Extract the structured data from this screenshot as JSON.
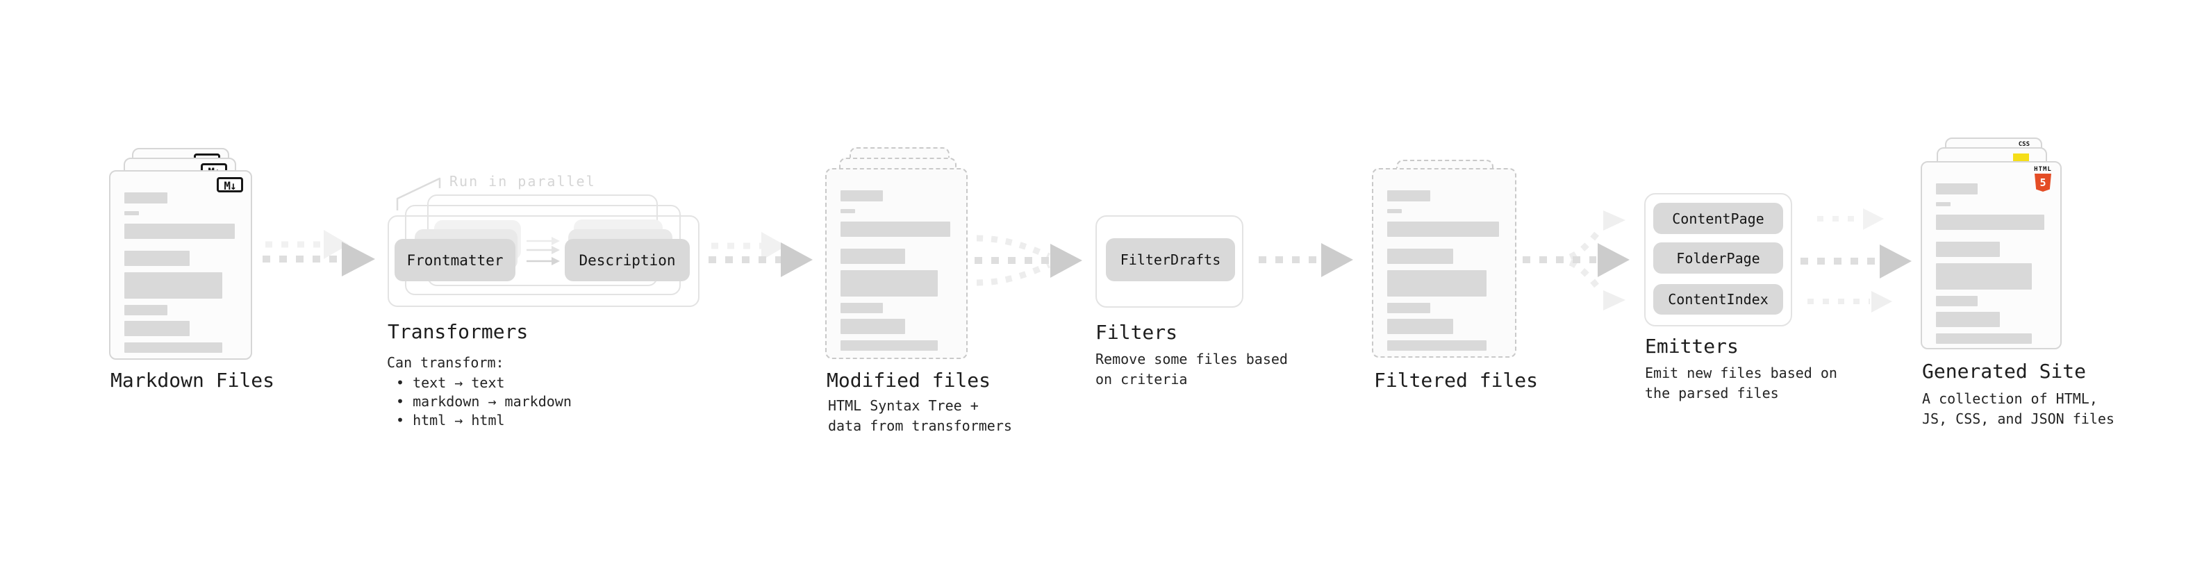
{
  "stages": {
    "markdown_files": {
      "label": "Markdown Files"
    },
    "transformers": {
      "label": "Transformers",
      "annotation": "Run in parallel",
      "boxes": [
        "Frontmatter",
        "Description"
      ],
      "desc_heading": "Can transform:",
      "bullets": [
        "text → text",
        "markdown → markdown",
        "html → html"
      ]
    },
    "modified_files": {
      "label": "Modified files",
      "desc": [
        "HTML Syntax Tree +",
        "data from transformers"
      ]
    },
    "filters": {
      "label": "Filters",
      "boxes": [
        "FilterDrafts"
      ],
      "desc": [
        "Remove some files based",
        "on criteria"
      ]
    },
    "filtered_files": {
      "label": "Filtered files"
    },
    "emitters": {
      "label": "Emitters",
      "boxes": [
        "ContentPage",
        "FolderPage",
        "ContentIndex"
      ],
      "desc": [
        "Emit new files based on",
        "the parsed files"
      ]
    },
    "generated_site": {
      "label": "Generated Site",
      "desc": [
        "A collection of HTML,",
        "JS, CSS, and JSON files"
      ]
    }
  },
  "icons": {
    "markdown": {
      "text": "M↓"
    },
    "css": {
      "text": "CSS",
      "color": "#2862e9"
    },
    "js": {
      "color": "#f5de19"
    },
    "html5": {
      "text": "HTML",
      "numeral": "5",
      "color": "#e44d26"
    }
  },
  "colors": {
    "box_fill": "#d9d9d9",
    "doc_border": "#d6d6d6",
    "dashed_doc_border": "#c9c9c9",
    "arrow_dash": "#dedede",
    "arrow_head": "#cccccc",
    "ghost_arrow": "#f1f1f1",
    "annotation_text": "#d5d5d5"
  }
}
